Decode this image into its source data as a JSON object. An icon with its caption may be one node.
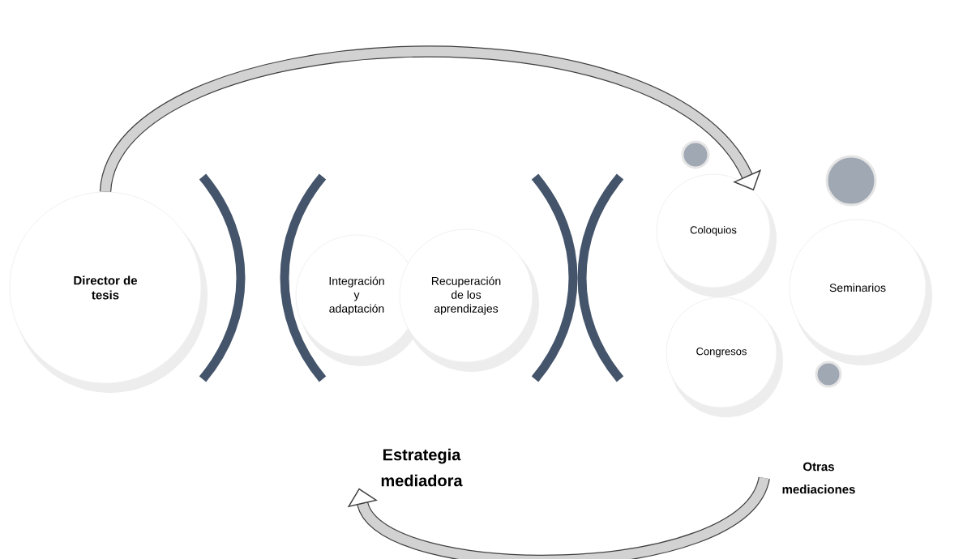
{
  "diagram": {
    "nodes": [
      {
        "text": [
          "Director de tesis"
        ]
      },
      {
        "text": [
          "Integración y adaptación"
        ]
      },
      {
        "text": [
          "Recuperación de los aprendizajes"
        ]
      },
      {
        "text": [],
        "shape": "circle"
      },
      {
        "text": [
          "Coloquios"
        ]
      },
      {
        "text": [],
        "shape": "circle"
      },
      {
        "text": [
          "Seminarios"
        ]
      },
      {
        "text": [
          "Congresos"
        ]
      },
      {
        "text": [],
        "shape": "circle"
      },
      {
        "text": [
          "Estrategia mediadora"
        ]
      },
      {
        "text": [
          "Otras mediaciones"
        ]
      }
    ],
    "edges": [
      {
        "from": 0,
        "to": 4,
        "arrow": "to"
      },
      {
        "from": 10,
        "to": 9,
        "arrow": "to"
      }
    ]
  }
}
